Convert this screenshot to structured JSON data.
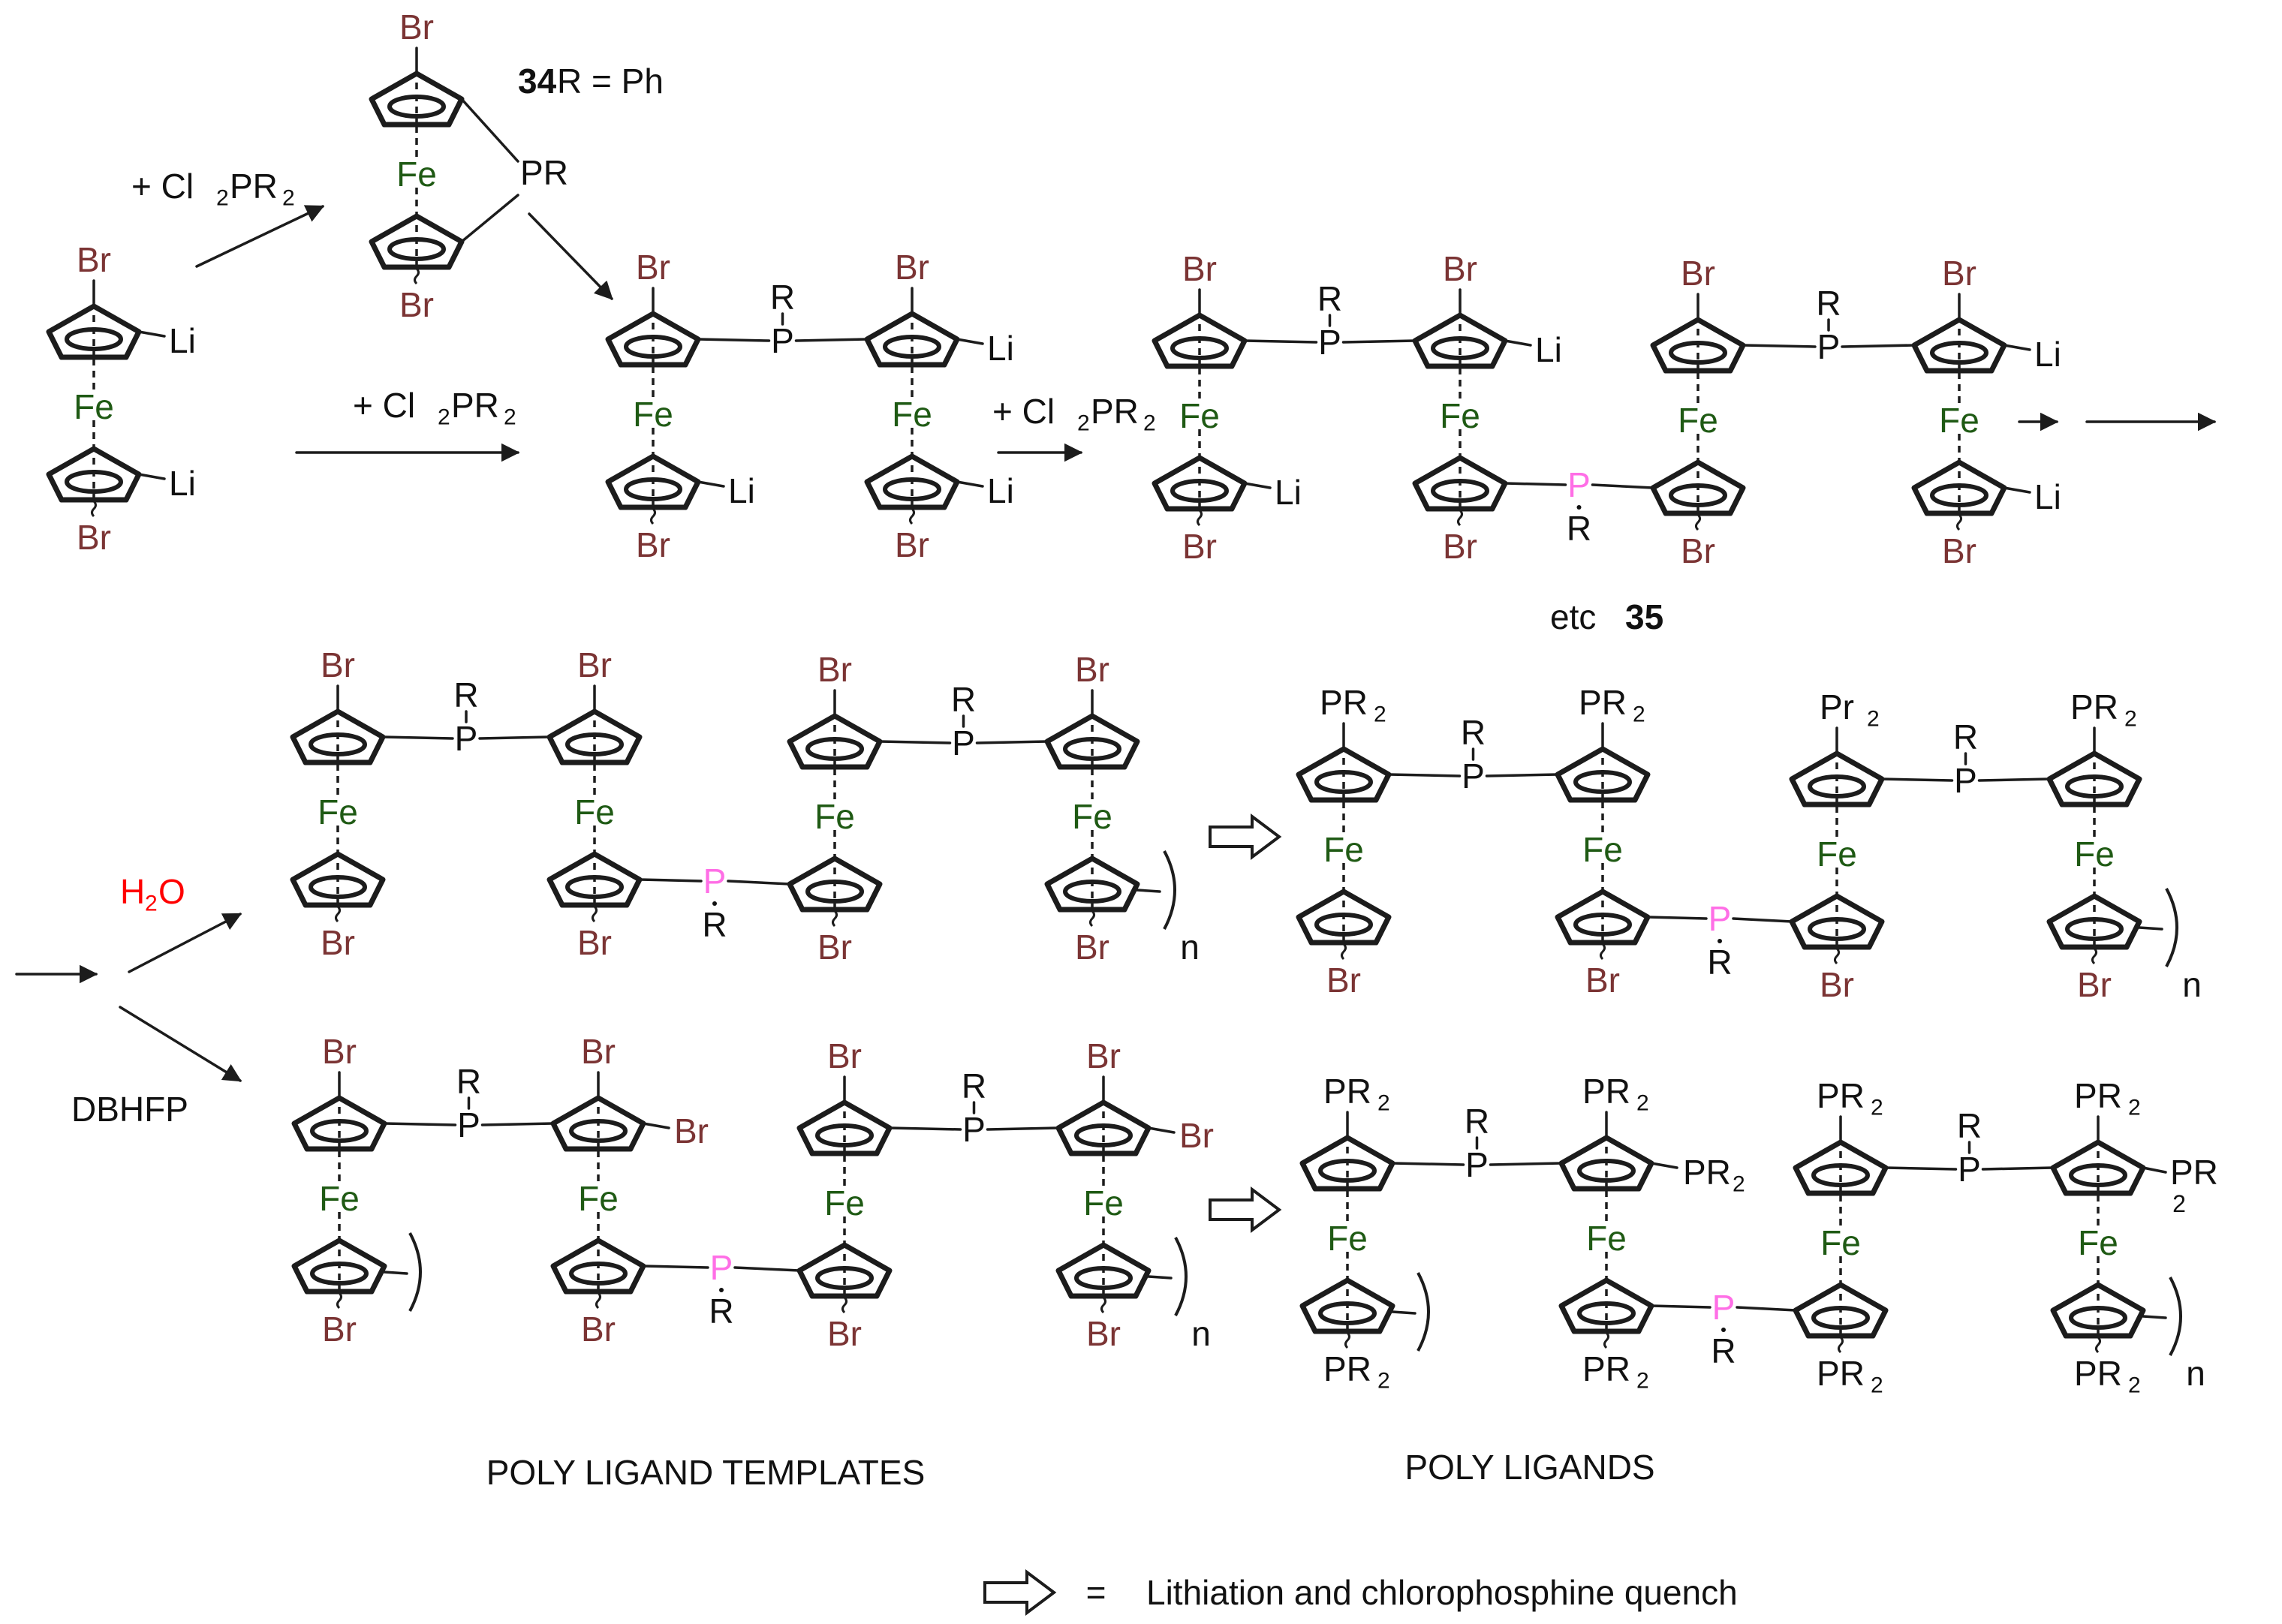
{
  "labels": {
    "br": "Br",
    "li": "Li",
    "fe": "Fe",
    "p": "P",
    "r": "R",
    "pr": "PR",
    "pr_lower": "Pr",
    "sub2": "2",
    "pr_split": "PR",
    "n": "n"
  },
  "reagents": {
    "cl2pr2_prefix": "+ Cl",
    "cl2pr2_mid": "PR",
    "sub2": "2",
    "water_h": "H",
    "water_o": "O",
    "dbhfp": "DBHFP",
    "etc": "etc"
  },
  "compounds": {
    "c34_number": "34",
    "c34_text": "R = Ph",
    "c35_number": "35"
  },
  "section_titles": {
    "templates": "POLY LIGAND TEMPLATES",
    "ligands": "POLY LIGANDS"
  },
  "legend": {
    "equals": "=",
    "text": "Lithiation and chlorophosphine quench"
  },
  "colors": {
    "bromine": "#7b3434",
    "iron": "#1f5a14",
    "phosphorus_highlight": "#ff6ee6",
    "water": "#ff0000",
    "bonds": "#1c1c1c"
  }
}
